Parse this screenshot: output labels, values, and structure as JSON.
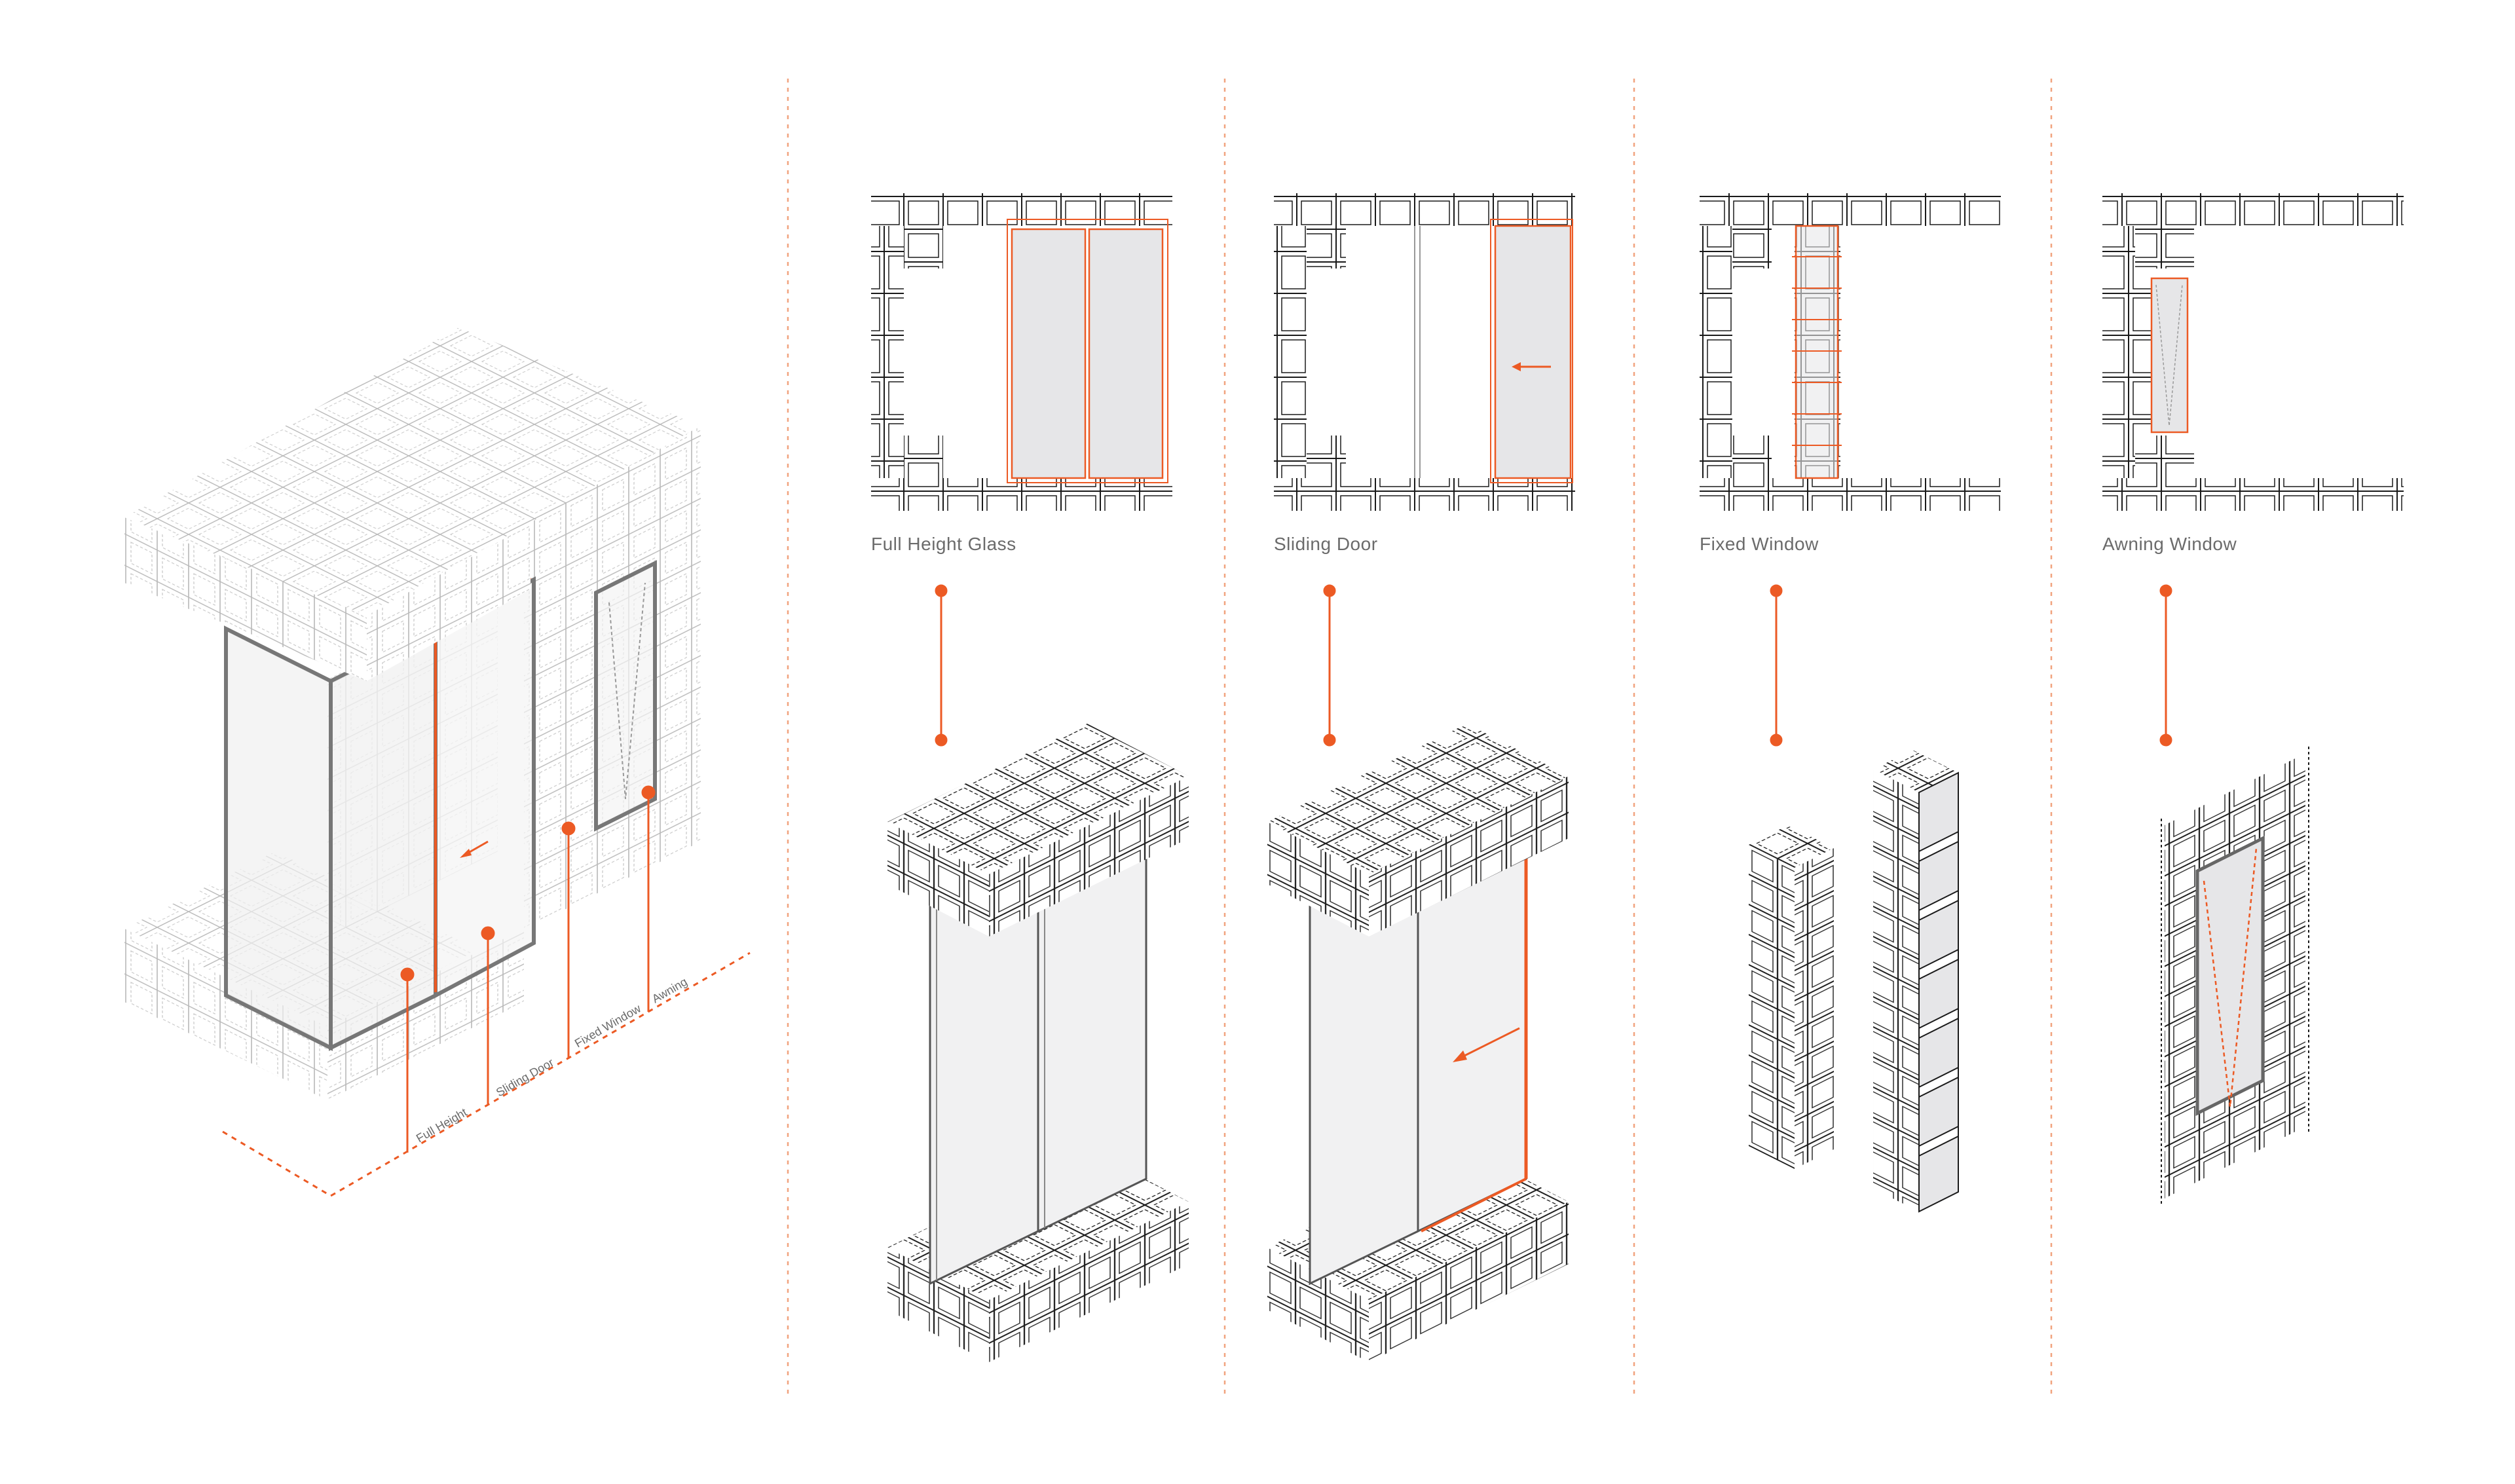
{
  "colors": {
    "accent": "#ec5a24",
    "ink": "#1a1a1a",
    "ghost": "#b9b9b9",
    "glass": "#e6e6e8",
    "glass_light": "#f1f1f2",
    "divider": "#f1a37f",
    "caption": "#6b6b6b"
  },
  "overview": {
    "labels": [
      "Full Height",
      "Sliding Door",
      "Fixed Window",
      "Awning"
    ]
  },
  "types": [
    {
      "id": "full-height-glass",
      "caption": "Full Height Glass"
    },
    {
      "id": "sliding-door",
      "caption": "Sliding Door"
    },
    {
      "id": "fixed-window",
      "caption": "Fixed Window"
    },
    {
      "id": "awning-window",
      "caption": "Awning Window"
    }
  ]
}
